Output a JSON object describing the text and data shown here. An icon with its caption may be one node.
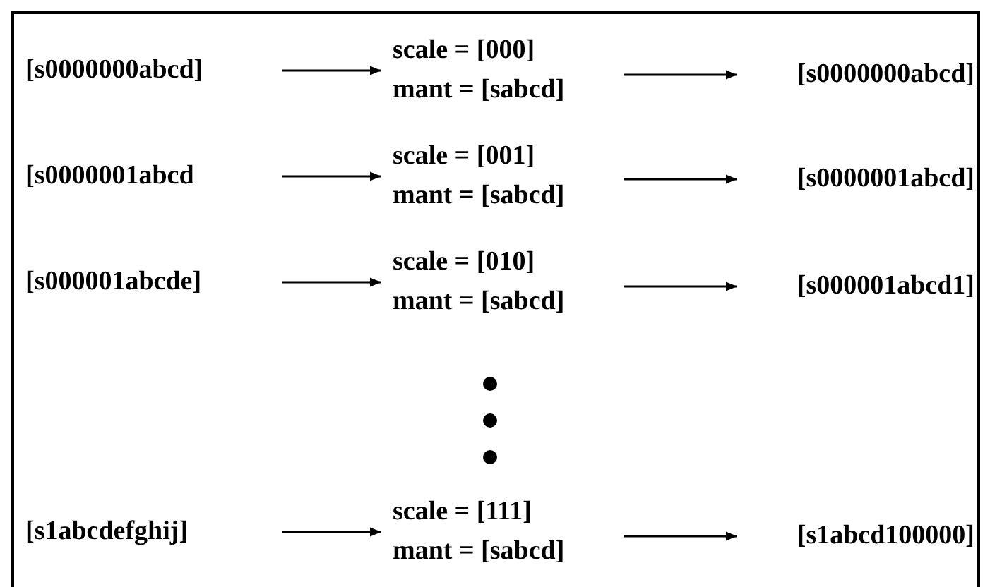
{
  "diagram": {
    "nodes": [
      {
        "text": [
          "[s0000000abcd]"
        ]
      },
      {
        "text": [
          "scale = [000]",
          "mant = [sabcd]"
        ]
      },
      {
        "text": [
          "[s0000000abcd]"
        ]
      },
      {
        "text": [
          "[s0000001abcd"
        ]
      },
      {
        "text": [
          "scale = [001]",
          "mant = [sabcd]"
        ]
      },
      {
        "text": [
          "[s0000001abcd]"
        ]
      },
      {
        "text": [
          "[s000001abcde]"
        ]
      },
      {
        "text": [
          "scale = [010]",
          "mant = [sabcd]"
        ]
      },
      {
        "text": [
          "[s000001abcd1]"
        ]
      },
      {
        "text": [
          "[s1abcdefghij]"
        ]
      },
      {
        "text": [
          "scale = [111]",
          "mant = [sabcd]"
        ]
      },
      {
        "text": [
          "[s1abcd100000]"
        ]
      }
    ],
    "edges": [
      {
        "from": 0,
        "to": 1,
        "arrow": "to"
      },
      {
        "from": 1,
        "to": 2,
        "arrow": "to"
      },
      {
        "from": 3,
        "to": 4,
        "arrow": "to"
      },
      {
        "from": 4,
        "to": 5,
        "arrow": "to"
      },
      {
        "from": 6,
        "to": 7,
        "arrow": "to"
      },
      {
        "from": 7,
        "to": 8,
        "arrow": "to"
      },
      {
        "from": 9,
        "to": 10,
        "arrow": "to"
      },
      {
        "from": 10,
        "to": 11,
        "arrow": "to"
      }
    ]
  }
}
